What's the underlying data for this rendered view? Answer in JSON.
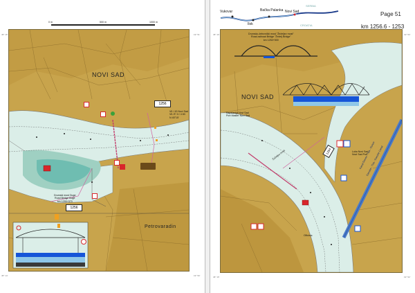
{
  "left_page": {
    "scale_labels": [
      "0 m",
      "500 m",
      "1000 m"
    ],
    "city_label": "NOVI SAD",
    "district_label": "Petrovaradin",
    "km_markers": [
      "1256",
      "1256"
    ],
    "bridge_label_lines": [
      "Drumski most Duge",
      "Road Bridge Duge",
      "km 1255+570"
    ],
    "port_label_lines": [
      "VII / 43 Novi Sad",
      "VII-IT/ II / 4 83",
      "N 45°15'"
    ],
    "margin_notes": [
      "45° 15'",
      "19° 51'",
      "45° 14'",
      "19° 50'"
    ]
  },
  "right_page": {
    "page_title": "Page 51",
    "km_range": "km 1256.6 - 1253",
    "inset_places": [
      "Vukovar",
      "Ilok",
      "Bačka Palanka",
      "Novi Sad",
      "SERBIA",
      "CROATIA"
    ],
    "bridge_caption_lines": [
      "Drumsko-železnički most \"Žeželjev most\"",
      "Road-railroad Bridge \"Žeželj Bridge\"",
      "km 1254+500"
    ],
    "city_label": "NOVI SAD",
    "port_label_lines": [
      "Kapetanija Novi Sad",
      "Port Master Novi Sad"
    ],
    "port_basin_lines": [
      "Luka Novi Sad",
      "Novi Sad Port"
    ],
    "canal_label": "Kanal Dunav - Tisa - Dunav",
    "canal_label_2": "Danube - Tisa - Danube Canal",
    "km_marker": "1254",
    "bridge_name": "Žeželjev most",
    "district_label": "Oficina",
    "margin_notes": [
      "45° 16'",
      "19° 53'",
      "45° 15'",
      "19° 52'"
    ]
  },
  "colors": {
    "land": "#c8a44c",
    "land_dark": "#b9923a",
    "water": "#dbeee8",
    "fairway": "#e8f3ee",
    "shallow": "#9fd0c2",
    "deep": "#4aa3a6",
    "sign_red": "#d8262b",
    "profile_blue": "#1555d8",
    "road": "#8a6b2a"
  }
}
